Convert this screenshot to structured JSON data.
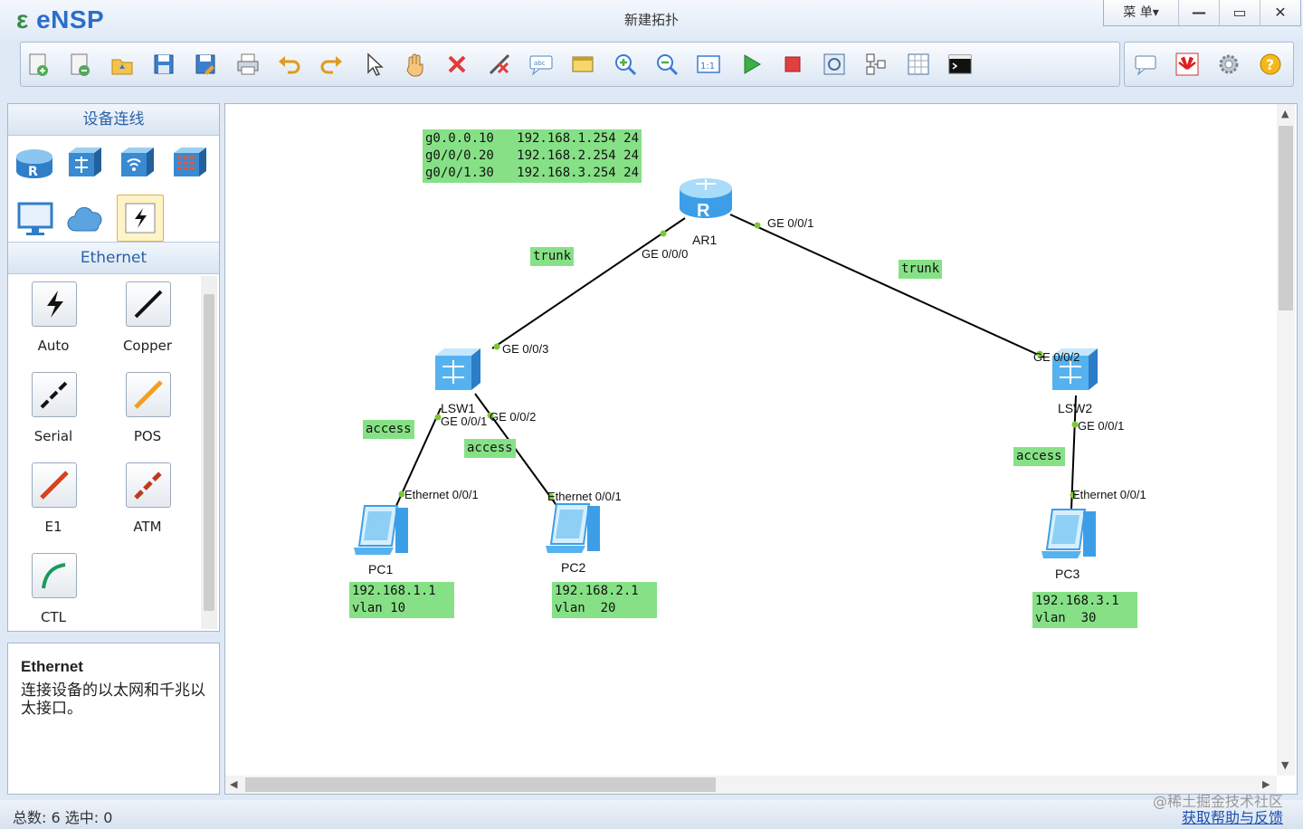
{
  "app": {
    "name": "eNSP",
    "window_title": "新建拓扑",
    "menu_label": "菜 单▾",
    "minimize": "—",
    "maximize": "▭",
    "close": "✕"
  },
  "toolbar": {
    "icons": [
      "new-topology-icon",
      "new-lab-icon",
      "open-icon",
      "save-icon",
      "save-as-icon",
      "print-icon",
      "undo-icon",
      "redo-icon",
      "select-icon",
      "pan-hand-icon",
      "delete-icon",
      "delete-link-icon",
      "text-note-icon",
      "palette-icon",
      "zoom-in-icon",
      "zoom-out-icon",
      "fit-icon",
      "start-icon",
      "stop-icon",
      "capture-icon",
      "topology-icon",
      "grid-icon",
      "console-icon"
    ],
    "right_icons": [
      "chat-icon",
      "huawei-icon",
      "settings-icon",
      "help-icon"
    ]
  },
  "left_panel": {
    "header": "设备连线",
    "device_icons": [
      "router-icon",
      "switch-icon",
      "wlan-icon",
      "firewall-icon",
      "pc-icon",
      "cloud-icon",
      "connection-icon"
    ],
    "section": "Ethernet",
    "cables": [
      {
        "label": "Auto"
      },
      {
        "label": "Copper"
      },
      {
        "label": "Serial"
      },
      {
        "label": "POS"
      },
      {
        "label": "E1"
      },
      {
        "label": "ATM"
      },
      {
        "label": "CTL"
      }
    ]
  },
  "info": {
    "title": "Ethernet",
    "desc": "连接设备的以太网和千兆以太接口。"
  },
  "topology": {
    "router_config": "g0.0.0.10   192.168.1.254 24\ng0/0/0.20   192.168.2.254 24\ng0/0/1.30   192.168.3.254 24",
    "devices": {
      "ar1": "AR1",
      "lsw1": "LSW1",
      "lsw2": "LSW2",
      "pc1": "PC1",
      "pc2": "PC2",
      "pc3": "PC3"
    },
    "link_labels": {
      "trunk1": "trunk",
      "trunk2": "trunk",
      "access1": "access",
      "access2": "access",
      "access3": "access"
    },
    "ports": {
      "ar1_g000": "GE 0/0/0",
      "ar1_g001": "GE 0/0/1",
      "lsw1_g003": "GE 0/0/3",
      "lsw1_g001": "GE 0/0/1",
      "lsw1_g002": "GE 0/0/2",
      "lsw2_g002": "GE 0/0/2",
      "lsw2_g001": "GE 0/0/1",
      "pc1_eth": "Ethernet 0/0/1",
      "pc2_eth": "Ethernet 0/0/1",
      "pc3_eth": "Ethernet 0/0/1"
    },
    "pc_labels": {
      "pc1": "192.168.1.1\nvlan 10",
      "pc2": "192.168.2.1\nvlan  20",
      "pc3": "192.168.3.1\nvlan  30"
    }
  },
  "status": {
    "text": "总数: 6  选中: 0",
    "watermark": "@稀土掘金技术社区",
    "feedback": "获取帮助与反馈"
  },
  "colors": {
    "label_bg": "#86e186",
    "link": "#000000",
    "port_dot": "#7ec832",
    "accent": "#2a62a8"
  }
}
